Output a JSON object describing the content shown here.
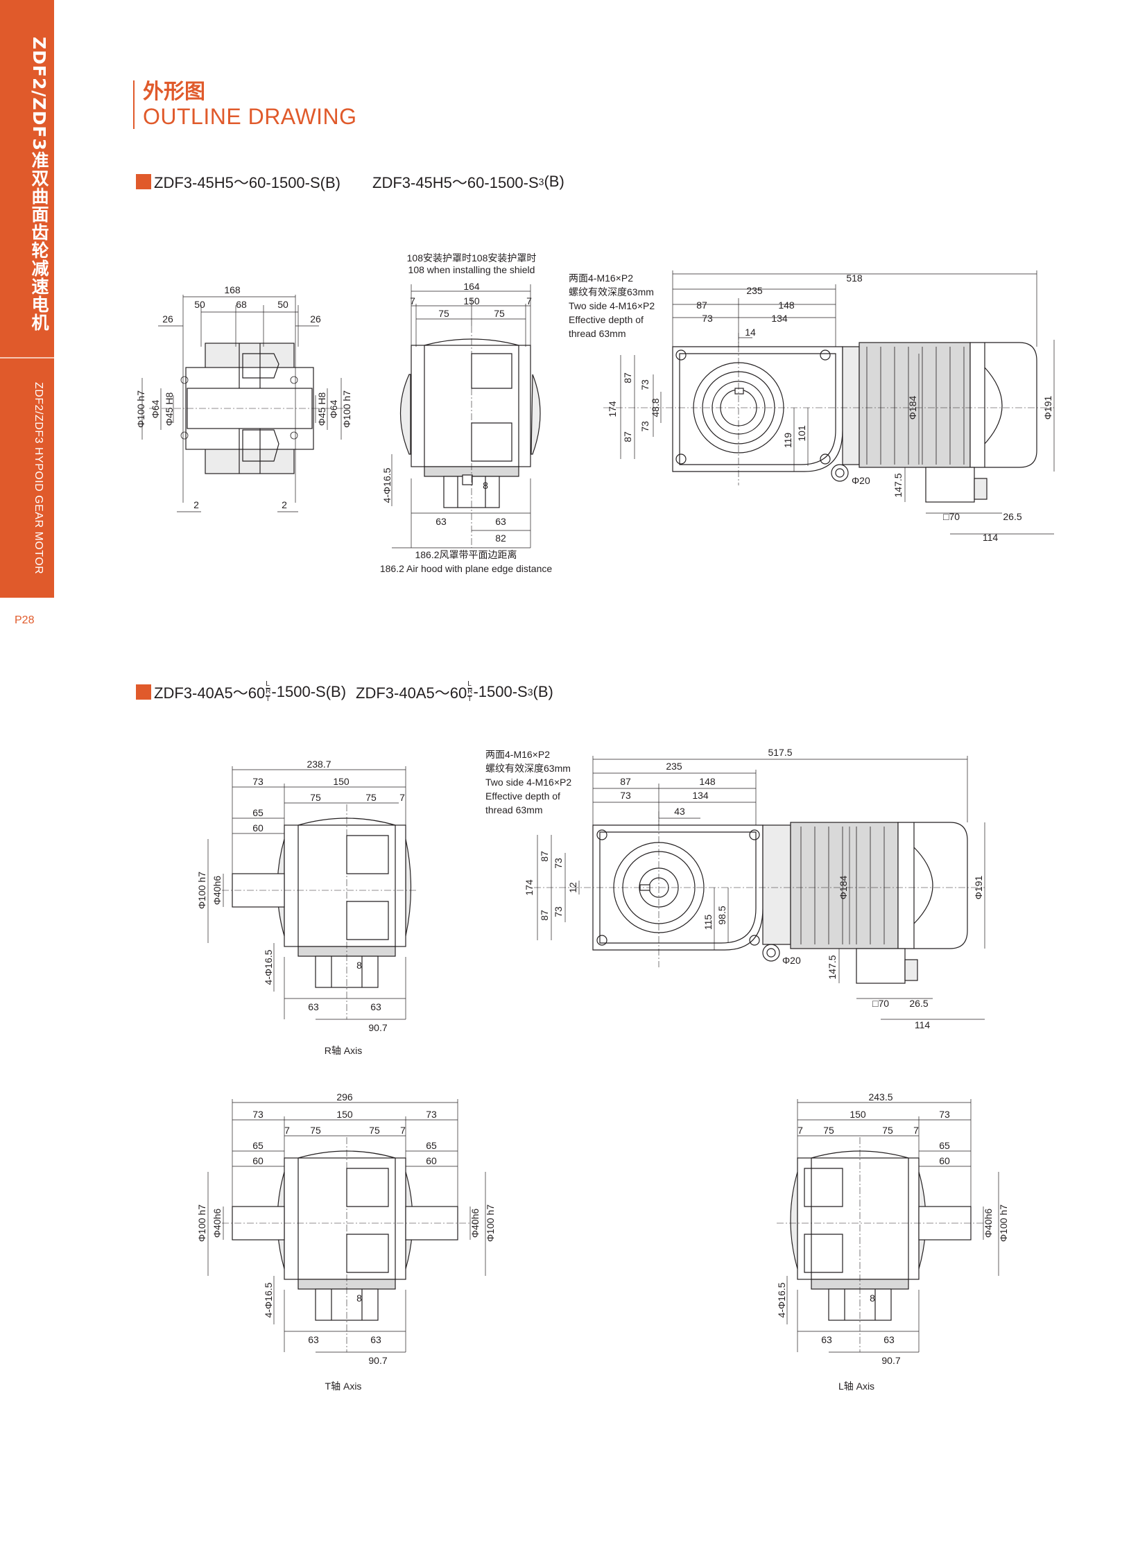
{
  "sidebar": {
    "title": "ZDF2/ZDF3准双曲面齿轮减速电机",
    "subtitle": "ZDF2/ZDF3 HYPOID GEAR MOTOR",
    "page": "P28"
  },
  "heading": {
    "cn": "外形图",
    "en": "OUTLINE DRAWING"
  },
  "section1": {
    "model_a": "ZDF3-45H5～60-1500-S(B)",
    "model_b_pre": "ZDF3-45H5～60-1500-S",
    "model_b_sub": "3",
    "model_b_post": "(B)",
    "front": {
      "d168": "168",
      "d50a": "50",
      "d68": "68",
      "d50b": "50",
      "d26a": "26",
      "d26b": "26",
      "phi100": "Φ100 h7",
      "phi64a": "Φ64",
      "phi45a": "Φ45 H8",
      "phi45b": "Φ45 H8",
      "phi64b": "Φ64",
      "phi100b": "Φ100 h7",
      "d2a": "2",
      "d2b": "2"
    },
    "side": {
      "shield_cn": "108安装护罩时108安装护罩时",
      "shield_en": "108 when installing the shield",
      "d164": "164",
      "d7a": "7",
      "d150": "150",
      "d7b": "7",
      "d75a": "75",
      "d75b": "75",
      "hole": "4-Φ16.5",
      "d8": "8",
      "d63a": "63",
      "d63b": "63",
      "d82": "82",
      "hood_cn": "186.2风罩带平面边距离",
      "hood_en": "186.2 Air hood with plane edge distance"
    },
    "motor": {
      "note1": "两面4-M16×P2",
      "note2": "螺纹有效深度63mm",
      "note3": "Two side 4-M16×P2",
      "note4": "Effective depth of",
      "note5": "thread 63mm",
      "d518": "518",
      "d235": "235",
      "d87": "87",
      "d148": "148",
      "d73": "73",
      "d134": "134",
      "d14": "14",
      "d174": "174",
      "d87a": "87",
      "d87b": "87",
      "d73a": "73",
      "d73b": "73",
      "d48": "48.8",
      "d119": "119",
      "d101": "101",
      "phi184": "Φ184",
      "phi191": "Φ191",
      "phi20": "Φ20",
      "d147": "147.5",
      "sq70": "□70",
      "d26_5": "26.5",
      "d114": "114"
    }
  },
  "section2": {
    "model_a_pre": "ZDF3-40A5～60",
    "frac_l": "L",
    "frac_r": "R",
    "frac_t": "T",
    "model_a_post": "-1500-S(B)",
    "model_b_pre": "ZDF3-40A5～60",
    "model_b_mid": "-1500-S",
    "model_b_sub": "3",
    "model_b_post": "(B)",
    "raxis": {
      "d238": "238.7",
      "d73": "73",
      "d150": "150",
      "d7": "7",
      "d75a": "75",
      "d75b": "75",
      "d65": "65",
      "d60": "60",
      "phi100": "Φ100 h7",
      "phi40": "Φ40h6",
      "hole": "4-Φ16.5",
      "d8": "8",
      "d63a": "63",
      "d63b": "63",
      "d90": "90.7",
      "caption": "R轴 Axis"
    },
    "motor": {
      "note1": "两面4-M16×P2",
      "note2": "螺纹有效深度63mm",
      "note3": "Two side 4-M16×P2",
      "note4": "Effective depth of",
      "note5": "thread 63mm",
      "d517": "517.5",
      "d235": "235",
      "d87": "87",
      "d148": "148",
      "d73": "73",
      "d134": "134",
      "d43": "43",
      "d174": "174",
      "d87a": "87",
      "d87b": "87",
      "d73a": "73",
      "d73b": "73",
      "d12": "12",
      "d115": "115",
      "d98": "98.5",
      "phi184": "Φ184",
      "phi191": "Φ191",
      "phi20": "Φ20",
      "d147": "147.5",
      "sq70": "□70",
      "d26_5": "26.5",
      "d114": "114"
    },
    "taxis": {
      "d296": "296",
      "d73a": "73",
      "d150": "150",
      "d73b": "73",
      "d7a": "7",
      "d7b": "7",
      "d75a": "75",
      "d75b": "75",
      "d65a": "65",
      "d65b": "65",
      "d60a": "60",
      "d60b": "60",
      "phi100a": "Φ100 h7",
      "phi40a": "Φ40h6",
      "phi40b": "Φ40h6",
      "phi100b": "Φ100 h7",
      "hole": "4-Φ16.5",
      "d8": "8",
      "d63a": "63",
      "d63b": "63",
      "d90": "90.7",
      "caption": "T轴 Axis"
    },
    "laxis": {
      "d243": "243.5",
      "d150": "150",
      "d73": "73",
      "d7a": "7",
      "d7b": "7",
      "d75a": "75",
      "d75b": "75",
      "d65": "65",
      "d60": "60",
      "phi40": "Φ40h6",
      "phi100": "Φ100 h7",
      "hole": "4-Φ16.5",
      "d8": "8",
      "d63a": "63",
      "d63b": "63",
      "d90": "90.7",
      "caption": "L轴 Axis"
    }
  }
}
